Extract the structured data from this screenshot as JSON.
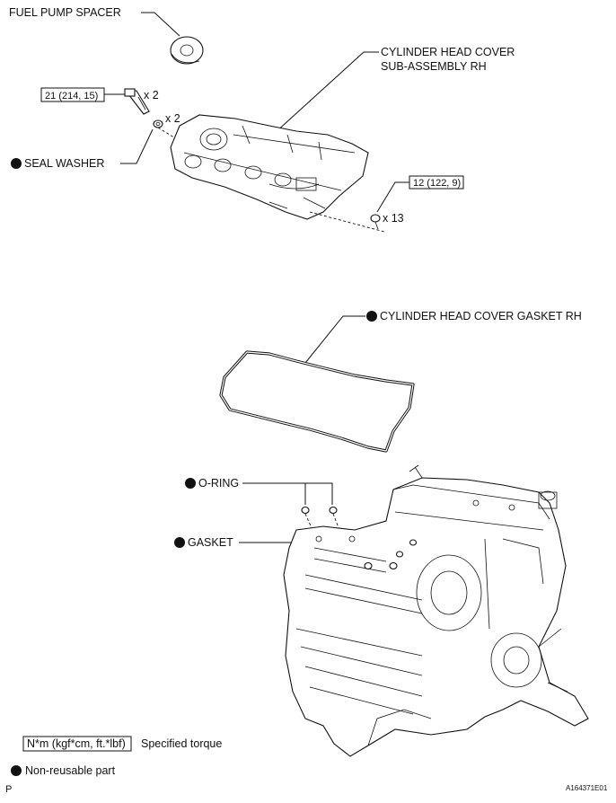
{
  "labels": {
    "fuel_pump_spacer": "FUEL PUMP SPACER",
    "head_cover_line1": "CYLINDER HEAD COVER",
    "head_cover_line2": "SUB-ASSEMBLY RH",
    "seal_washer": "SEAL WASHER",
    "head_cover_gasket": "CYLINDER HEAD COVER GASKET RH",
    "o_ring": "O-RING",
    "gasket": "GASKET"
  },
  "torque": {
    "stud": "21 (214, 15)",
    "bolt": "12 (122, 9)"
  },
  "quantities": {
    "stud": "x 2",
    "seal_washer": "x 2",
    "bolt": "x 13"
  },
  "legend": {
    "torque_box": "N*m (kgf*cm, ft.*lbf)",
    "torque_text": "Specified torque",
    "non_reusable": "Non-reusable part"
  },
  "footer": {
    "corner_mark": "P",
    "figure_id": "A164371E01"
  }
}
